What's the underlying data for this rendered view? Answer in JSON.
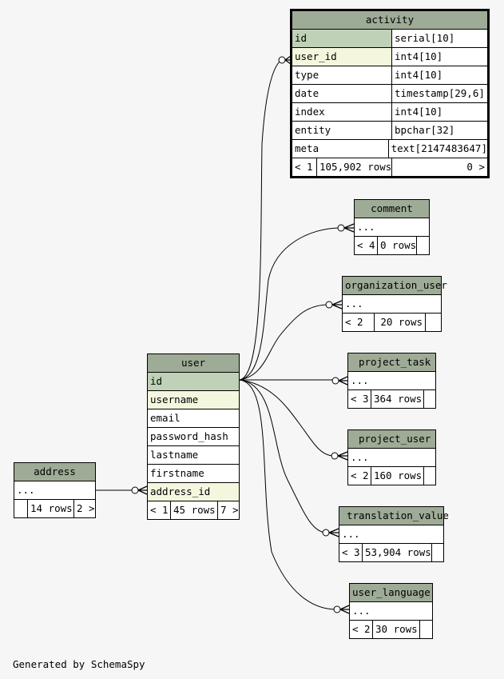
{
  "tables": {
    "activity": {
      "name": "activity",
      "columns": [
        {
          "name": "id",
          "type": "serial[10]",
          "role": "pk"
        },
        {
          "name": "user_id",
          "type": "int4[10]",
          "role": "fk"
        },
        {
          "name": "type",
          "type": "int4[10]",
          "role": ""
        },
        {
          "name": "date",
          "type": "timestamp[29,6]",
          "role": ""
        },
        {
          "name": "index",
          "type": "int4[10]",
          "role": ""
        },
        {
          "name": "entity",
          "type": "bpchar[32]",
          "role": ""
        },
        {
          "name": "meta",
          "type": "text[2147483647]",
          "role": ""
        }
      ],
      "footer": {
        "parents": "< 1",
        "rows": "105,902 rows",
        "children": "0 >"
      }
    },
    "comment": {
      "name": "comment",
      "ellipsis": "...",
      "footer": {
        "parents": "< 4",
        "rows": "0 rows",
        "children": ""
      }
    },
    "organization_user": {
      "name": "organization_user",
      "ellipsis": "...",
      "footer": {
        "parents": "< 2",
        "rows": "20 rows",
        "children": ""
      }
    },
    "project_task": {
      "name": "project_task",
      "ellipsis": "...",
      "footer": {
        "parents": "< 3",
        "rows": "364 rows",
        "children": ""
      }
    },
    "project_user": {
      "name": "project_user",
      "ellipsis": "...",
      "footer": {
        "parents": "< 2",
        "rows": "160 rows",
        "children": ""
      }
    },
    "translation_value": {
      "name": "translation_value",
      "ellipsis": "...",
      "footer": {
        "parents": "< 3",
        "rows": "53,904 rows",
        "children": ""
      }
    },
    "user_language": {
      "name": "user_language",
      "ellipsis": "...",
      "footer": {
        "parents": "< 2",
        "rows": "30 rows",
        "children": ""
      }
    },
    "user": {
      "name": "user",
      "columns": [
        {
          "name": "id",
          "role": "pk"
        },
        {
          "name": "username",
          "role": "fk"
        },
        {
          "name": "email",
          "role": ""
        },
        {
          "name": "password_hash",
          "role": ""
        },
        {
          "name": "lastname",
          "role": ""
        },
        {
          "name": "firstname",
          "role": ""
        },
        {
          "name": "address_id",
          "role": "fk"
        }
      ],
      "footer": {
        "parents": "< 1",
        "rows": "45 rows",
        "children": "7 >"
      }
    },
    "address": {
      "name": "address",
      "ellipsis": "...",
      "footer": {
        "parents": "",
        "rows": "14 rows",
        "children": "2 >"
      }
    }
  },
  "relationships": [
    {
      "from": "user.id",
      "to": "activity.user_id"
    },
    {
      "from": "user.id",
      "to": "comment"
    },
    {
      "from": "user.id",
      "to": "organization_user"
    },
    {
      "from": "user.id",
      "to": "project_task"
    },
    {
      "from": "user.id",
      "to": "project_user"
    },
    {
      "from": "user.id",
      "to": "translation_value"
    },
    {
      "from": "user.id",
      "to": "user_language"
    },
    {
      "from": "address",
      "to": "user.address_id"
    }
  ],
  "colors": {
    "header": "#9eab96",
    "primary_key": "#bfd1b7",
    "foreign_key": "#f4f7de",
    "background": "#f6f6f6"
  },
  "footer_text": "Generated by SchemaSpy"
}
